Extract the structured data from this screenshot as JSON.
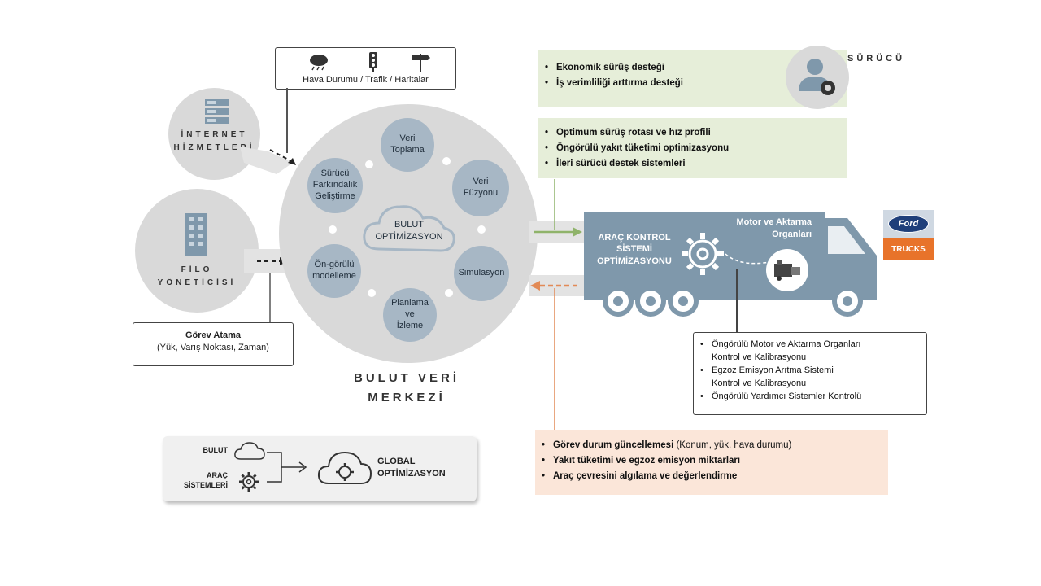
{
  "weather_box": {
    "label": "Hava Durumu / Trafik / Haritalar",
    "icons": [
      "cloud-rain-icon",
      "traffic-light-icon",
      "signpost-icon"
    ]
  },
  "internet": {
    "label": "İNTERNET\nHİZMETLERİ",
    "icon": "server-icon"
  },
  "fleet": {
    "label": "FİLO\nYÖNETİCİSİ",
    "icon": "building-icon"
  },
  "task_box": {
    "title": "Görev Atama",
    "subtitle": "(Yük, Varış Noktası, Zaman)"
  },
  "cloud_center": {
    "label": "BULUT\nOPTİMİZASYON",
    "nodes": [
      "Veri\nToplama",
      "Veri\nFüzyonu",
      "Simulasyon",
      "Planlama\nve\nİzleme",
      "Ön-görülü\nmodelleme",
      "Sürücü\nFarkındalık\nGeliştirme"
    ]
  },
  "datacenter_label": "BULUT VERİ\nMERKEZİ",
  "driver": {
    "label": "SÜRÜCÜ",
    "icon": "driver-icon"
  },
  "driver_panel": [
    "Ekonomik sürüş desteği",
    "İş verimliliği arttırma desteği"
  ],
  "route_panel": [
    "Optimum sürüş rotası ve hız profili",
    "Öngörülü yakıt tüketimi optimizasyonu",
    "İleri sürücü destek sistemleri"
  ],
  "truck": {
    "control_label": "ARAÇ KONTROL\nSİSTEMİ\nOPTİMİZASYONU",
    "powertrain_label": "Motor ve Aktarma\nOrganları"
  },
  "logo": {
    "brand": "Ford",
    "sub": "TRUCKS"
  },
  "calibration_box": [
    "Öngörülü Motor ve Aktarma Organları\nKontrol ve Kalibrasyonu",
    "Egzoz Emisyon Arıtma Sistemi\nKontrol ve Kalibrasyonu",
    "Öngörülü Yardımcı Sistemler Kontrolü"
  ],
  "status_panel": {
    "first_bold": "Görev durum güncellemesi",
    "first_rest": " (Konum, yük, hava durumu)",
    "items": [
      "Yakıt tüketimi ve egzoz emisyon miktarları",
      "Araç çevresini algılama ve değerlendirme"
    ]
  },
  "legend": {
    "cloud": "BULUT",
    "vehicle": "ARAÇ\nSİSTEMLERİ",
    "global": "GLOBAL\nOPTİMİZASYON"
  },
  "colors": {
    "node": "#a7b7c5",
    "truck": "#7f98ab",
    "green_panel": "#e6eed9",
    "orange_panel": "#fbe6d9",
    "orange_arrow": "#e28a56",
    "green_arrow": "#8fb36a",
    "logo_orange": "#e8732a",
    "logo_blue": "#1f3f7a"
  }
}
